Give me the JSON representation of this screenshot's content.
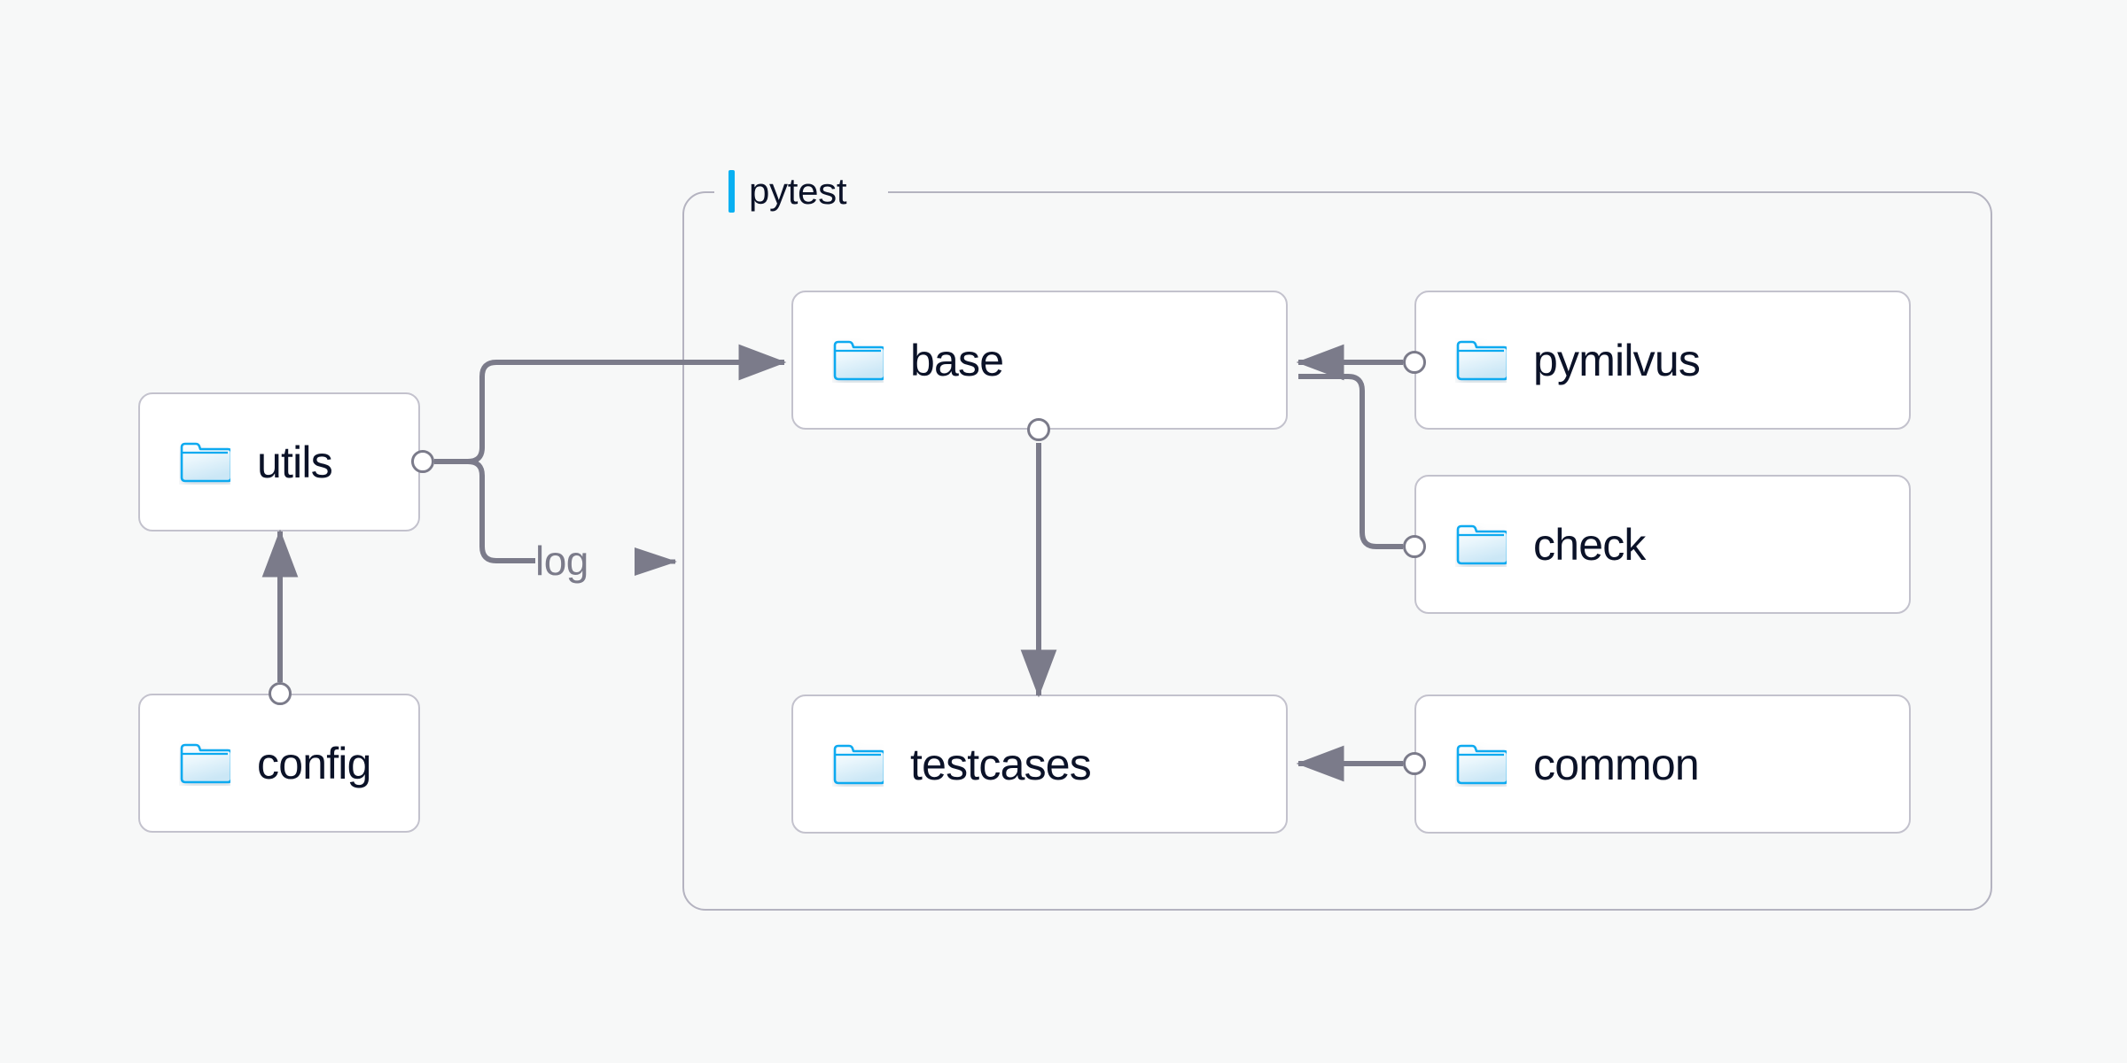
{
  "diagram": {
    "background_color": "#f7f8f8",
    "accent_color": "#09b0f2",
    "node_border_color": "#c3c2cd",
    "node_fill_color": "#ffffff",
    "edge_color": "#7b7b8a",
    "text_color": "#0b1228",
    "group_border_color": "#b4b3c0"
  },
  "group": {
    "label": "pytest",
    "accent_name": "group-accent-bar"
  },
  "nodes": [
    {
      "id": "utils",
      "label": "utils",
      "icon": "folder-icon"
    },
    {
      "id": "config",
      "label": "config",
      "icon": "folder-icon"
    },
    {
      "id": "base",
      "label": "base",
      "icon": "folder-icon"
    },
    {
      "id": "testcases",
      "label": "testcases",
      "icon": "folder-icon"
    },
    {
      "id": "pymilvus",
      "label": "pymilvus",
      "icon": "folder-icon"
    },
    {
      "id": "check",
      "label": "check",
      "icon": "folder-icon"
    },
    {
      "id": "common",
      "label": "common",
      "icon": "folder-icon"
    }
  ],
  "edges": [
    {
      "id": "config-to-utils",
      "from": "config",
      "to": "utils",
      "label": ""
    },
    {
      "id": "utils-to-base",
      "from": "utils",
      "to": "base",
      "label": ""
    },
    {
      "id": "utils-to-pytest-log",
      "from": "utils",
      "to": "pytest",
      "label": "log"
    },
    {
      "id": "base-to-testcases",
      "from": "base",
      "to": "testcases",
      "label": ""
    },
    {
      "id": "pymilvus-to-base",
      "from": "pymilvus",
      "to": "base",
      "label": ""
    },
    {
      "id": "check-to-base",
      "from": "check",
      "to": "base",
      "label": ""
    },
    {
      "id": "common-to-testcases",
      "from": "common",
      "to": "testcases",
      "label": ""
    }
  ]
}
